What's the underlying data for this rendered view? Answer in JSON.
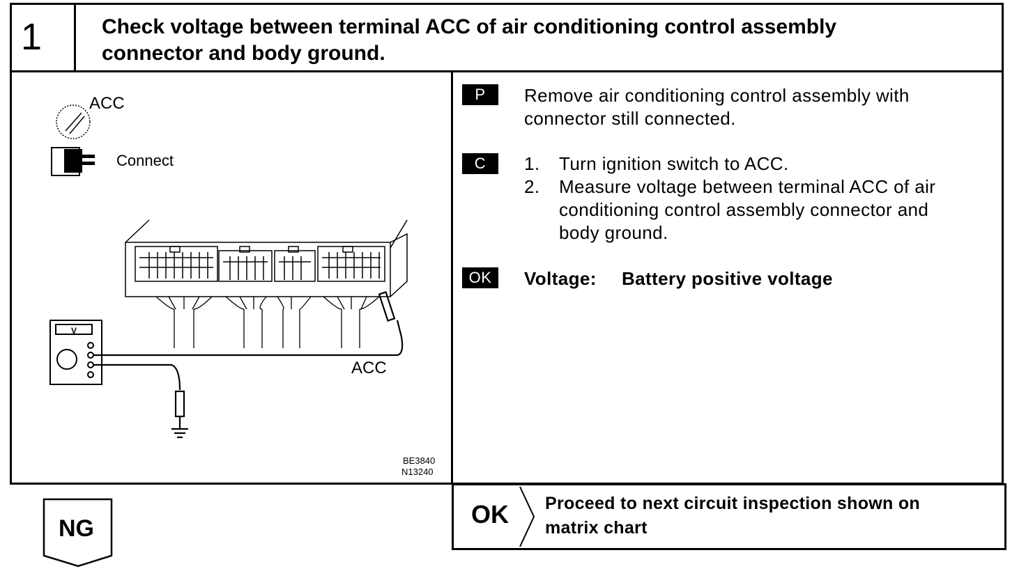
{
  "header": {
    "step_number": "1",
    "title_line1": "Check voltage between terminal ACC of air conditioning control assembly",
    "title_line2": "connector and body ground."
  },
  "diagram": {
    "ignition_label": "ACC",
    "connect_label": "Connect",
    "meter_label": "V",
    "terminal_label": "ACC",
    "code_line1": "BE3840",
    "code_line2": "N13240"
  },
  "instructions": {
    "p_badge": "P",
    "p_text_line1": "Remove air conditioning control assembly with",
    "p_text_line2": "connector still connected.",
    "c_badge": "C",
    "c_step1_num": "1.",
    "c_step1_text": "Turn ignition switch to ACC.",
    "c_step2_num": "2.",
    "c_step2_line1": "Measure voltage between terminal ACC of air",
    "c_step2_line2": "conditioning control assembly connector and",
    "c_step2_line3": "body ground.",
    "ok_badge": "OK",
    "ok_label": "Voltage:",
    "ok_value": "Battery positive voltage"
  },
  "footer": {
    "ok_label": "OK",
    "ok_text_line1": "Proceed to next circuit inspection shown on",
    "ok_text_line2": "matrix chart",
    "ng_label": "NG"
  }
}
